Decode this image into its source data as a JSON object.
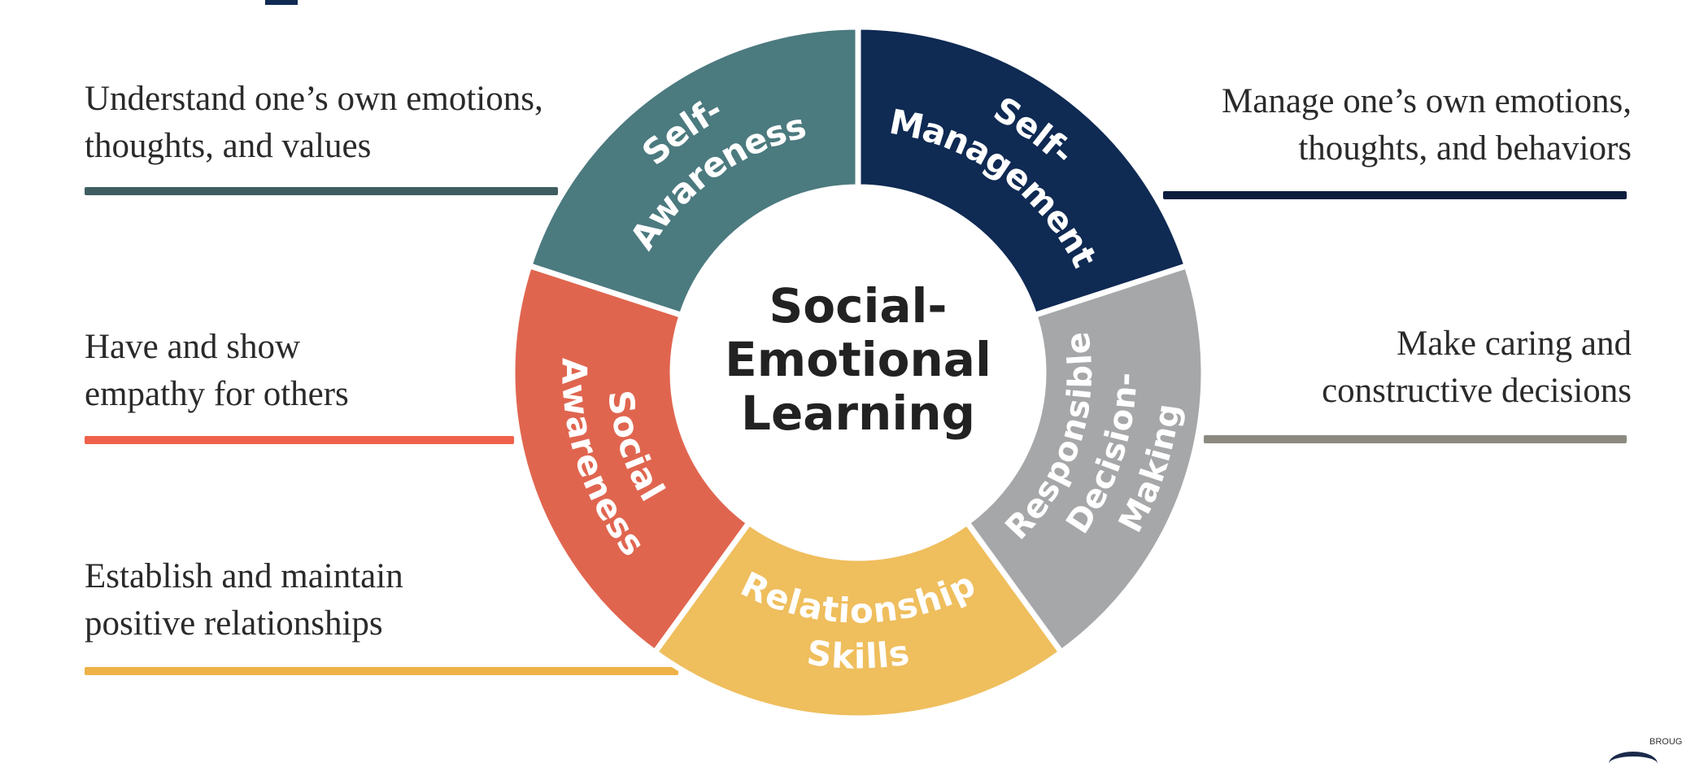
{
  "diagram": {
    "center": {
      "lines": [
        "Social-",
        "Emotional",
        "Learning"
      ]
    },
    "segments": [
      {
        "id": "self-awareness",
        "lines": [
          "Self-",
          "Awareness"
        ],
        "color": "#4b7a7f"
      },
      {
        "id": "self-management",
        "lines": [
          "Self-",
          "Management"
        ],
        "color": "#0f2a53"
      },
      {
        "id": "responsible-decision-making",
        "lines": [
          "Responsible",
          "Decision-",
          "Making"
        ],
        "color": "#a6a7a9"
      },
      {
        "id": "relationship-skills",
        "lines": [
          "Relationship",
          "Skills"
        ],
        "color": "#efbe5d"
      },
      {
        "id": "social-awareness",
        "lines": [
          "Social",
          "Awareness"
        ],
        "color": "#e0654f"
      }
    ]
  },
  "descriptions": {
    "self_awareness": {
      "line1": "Understand one’s own emotions,",
      "line2": "thoughts, and values",
      "rule_color": "#3f5e61"
    },
    "self_management": {
      "line1": "Manage one’s own emotions,",
      "line2": "thoughts, and behaviors",
      "rule_color": "#0b1e3e"
    },
    "social_awareness": {
      "line1": "Have and show",
      "line2": "empathy for others",
      "rule_color": "#f0614b"
    },
    "decision_making": {
      "line1": "Make caring and",
      "line2": "constructive decisions",
      "rule_color": "#8c8a80"
    },
    "relationship_skills": {
      "line1": "Establish and maintain",
      "line2": "positive relationships",
      "rule_color": "#eeb247"
    }
  },
  "footer": {
    "logo_text": "BROUG"
  },
  "colors": {
    "title_accent": "#0f2a53",
    "center_text": "#222222",
    "description_text": "#2a2a2a"
  }
}
